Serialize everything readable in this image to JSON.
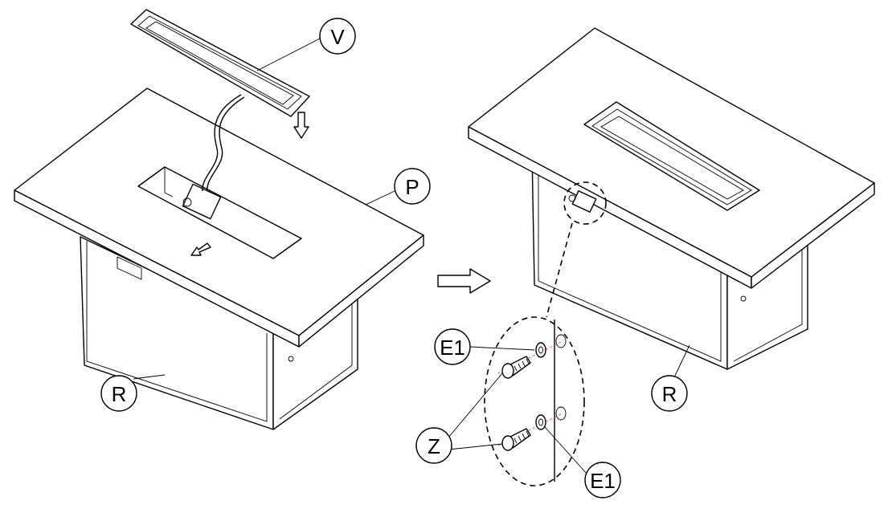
{
  "labels": {
    "burner": "V",
    "tabletop": "P",
    "base_left": "R",
    "washer_top": "E1",
    "bolts": "Z",
    "washer_bottom": "E1",
    "base_right": "R"
  }
}
